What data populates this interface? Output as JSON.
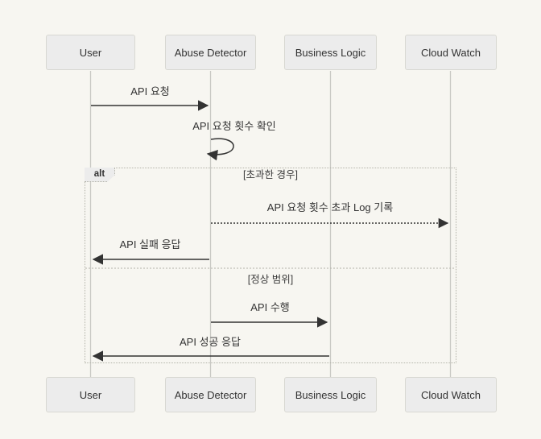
{
  "diagram": {
    "type": "sequence-diagram",
    "actors": [
      {
        "name": "User"
      },
      {
        "name": "Abuse Detector"
      },
      {
        "name": "Business Logic"
      },
      {
        "name": "Cloud Watch"
      }
    ],
    "messages": [
      {
        "label": "API 요청",
        "from": "User",
        "to": "Abuse Detector",
        "style": "solid"
      },
      {
        "label": "API 요청 횟수 확인",
        "from": "Abuse Detector",
        "to": "Abuse Detector",
        "style": "self"
      },
      {
        "label": "API 요청 횟수 초과 Log 기록",
        "from": "Abuse Detector",
        "to": "Cloud Watch",
        "style": "dashed"
      },
      {
        "label": "API 실패 응답",
        "from": "Abuse Detector",
        "to": "User",
        "style": "solid"
      },
      {
        "label": "API 수행",
        "from": "Abuse Detector",
        "to": "Business Logic",
        "style": "solid"
      },
      {
        "label": "API 성공 응답",
        "from": "Business Logic",
        "to": "User",
        "style": "solid"
      }
    ],
    "alt_frame": {
      "label": "alt",
      "conditions": [
        "[초과한 경우]",
        "[정상 범위]"
      ]
    },
    "colors": {
      "background": "#f7f6f1",
      "actor_fill": "#ececec",
      "actor_border": "#d8d8d2",
      "lifeline": "#c9c9c4",
      "arrow": "#333333",
      "text": "#333333",
      "frame_border": "#b3b3a9"
    }
  }
}
